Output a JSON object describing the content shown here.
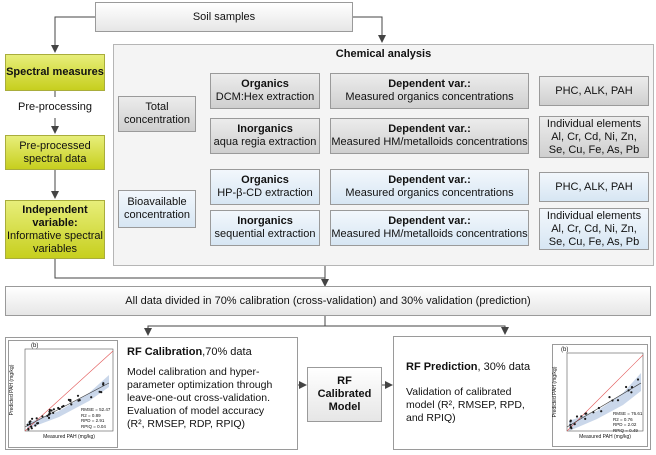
{
  "soil_samples": "Soil samples",
  "spectral_measures": "Spectral measures",
  "pre_processing": "Pre-processing",
  "pre_processed": "Pre-processed spectral data",
  "independent": {
    "title": "Independent variable:",
    "sub": "Informative spectral variables"
  },
  "chemical_analysis": "Chemical analysis",
  "total_concentration": "Total concentration",
  "bioavailable_concentration": "Bioavailable concentration",
  "organics_label": "Organics",
  "inorganics_label": "Inorganics",
  "dcm_hex": "DCM:Hex extraction",
  "aqua_regia": "aqua regia extraction",
  "hp_cd": "HP-β-CD extraction",
  "sequential": "sequential extraction",
  "dependent_label": "Dependent var.:",
  "measured_organics": "Measured organics concentrations",
  "measured_hm": "Measured HM/metalloids concentrations",
  "organics_result": "PHC, ALK, PAH",
  "elements": {
    "line1": "Individual elements",
    "line2": "Al, Cr, Cd, Ni, Zn,",
    "line3": "Se, Cu, Fe, As, Pb"
  },
  "data_divided": "All data divided in 70% calibration (cross-validation)  and 30% validation (prediction)",
  "rf_calibration": {
    "title": "RF Calibration",
    "suffix": ",70% data",
    "body_lines": [
      "Model calibration and hyper-",
      "parameter optimization through",
      "leave-one-out cross-validation.",
      "Evaluation of model accuracy",
      "(R², RMSEP, RDP, RPIQ)"
    ]
  },
  "rf_model": "RF Calibrated Model",
  "rf_prediction": {
    "title": "RF Prediction",
    "suffix": ", 30% data",
    "body_lines": [
      "Validation of calibrated",
      "model (R², RMSEP, RPD,",
      "and RPIQ)"
    ]
  },
  "plot_left": {
    "panel": "(b)",
    "xlabel": "Measured PAH (mg/kg)",
    "ylabel": "Predicted PAH (mg/kg)",
    "stats": [
      "RMSE = 52.47",
      "R2 = 0.89",
      "RPD = 2.91",
      "RPIQ = 0.04"
    ]
  },
  "plot_right": {
    "panel": "(b)",
    "xlabel": "Measured PAH (mg/kg)",
    "ylabel": "Predicted PAH (mg/kg)",
    "stats": [
      "RMSE = 76.61",
      "R2 = 0.76",
      "RPD = 2.02",
      "RPIQ = 0.49"
    ]
  }
}
